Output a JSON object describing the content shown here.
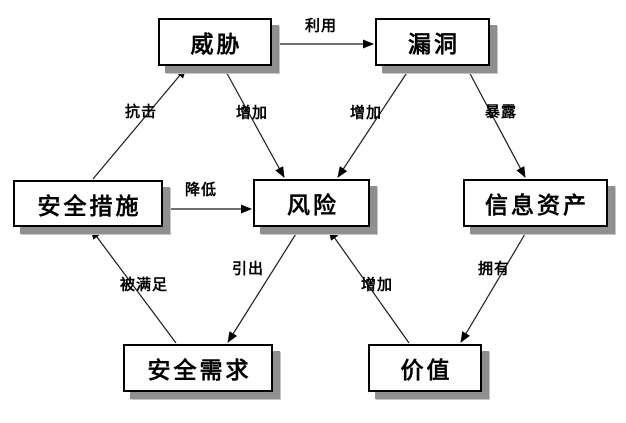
{
  "diagram": {
    "nodes": [
      {
        "id": "threat",
        "label": "威胁"
      },
      {
        "id": "vulnerability",
        "label": "漏洞"
      },
      {
        "id": "security-measures",
        "label": "安全措施"
      },
      {
        "id": "risk",
        "label": "风险"
      },
      {
        "id": "information-assets",
        "label": "信息资产"
      },
      {
        "id": "security-requirements",
        "label": "安全需求"
      },
      {
        "id": "value",
        "label": "价值"
      }
    ],
    "edges": [
      {
        "from": "threat",
        "to": "vulnerability",
        "label": "利用"
      },
      {
        "from": "security-measures",
        "to": "threat",
        "label": "抗击"
      },
      {
        "from": "threat",
        "to": "risk",
        "label": "增加"
      },
      {
        "from": "vulnerability",
        "to": "risk",
        "label": "增加"
      },
      {
        "from": "vulnerability",
        "to": "information-assets",
        "label": "暴露"
      },
      {
        "from": "security-measures",
        "to": "risk",
        "label": "降低"
      },
      {
        "from": "security-requirements",
        "to": "security-measures",
        "label": "被满足"
      },
      {
        "from": "risk",
        "to": "security-requirements",
        "label": "引出"
      },
      {
        "from": "value",
        "to": "risk",
        "label": "增加"
      },
      {
        "from": "information-assets",
        "to": "value",
        "label": "拥有"
      }
    ],
    "colors": {
      "node_fill": "#ffffff",
      "node_border": "#000000",
      "node_shadow": "#8f8f8f",
      "edge_line": "#1a1a1a",
      "background": "#ffffff"
    }
  }
}
